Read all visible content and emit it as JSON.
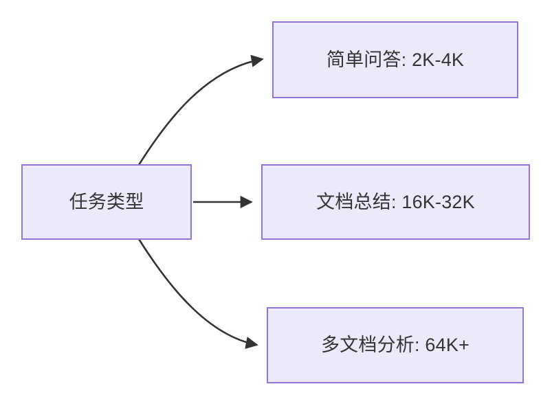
{
  "diagram": {
    "type": "flowchart",
    "direction": "left-to-right",
    "background_color": "#ffffff",
    "node_fill_color": "#ECEAFA",
    "node_border_color": "#9275D9",
    "node_text_color": "#333333",
    "edge_color": "#333333",
    "nodes": [
      {
        "id": "root",
        "label": "任务类型",
        "role": "root"
      },
      {
        "id": "simple-qa",
        "label": "简单问答: 2K-4K",
        "role": "leaf"
      },
      {
        "id": "doc-summary",
        "label": "文档总结: 16K-32K",
        "role": "leaf"
      },
      {
        "id": "multi-doc",
        "label": "多文档分析: 64K+",
        "role": "leaf"
      }
    ],
    "edges": [
      {
        "id": "root-to-simple-qa",
        "from": "root",
        "to": "simple-qa",
        "style": "curved",
        "arrow": "end",
        "label": ""
      },
      {
        "id": "root-to-doc-summary",
        "from": "root",
        "to": "doc-summary",
        "style": "straight",
        "arrow": "end",
        "label": ""
      },
      {
        "id": "root-to-multi-doc",
        "from": "root",
        "to": "multi-doc",
        "style": "curved",
        "arrow": "end",
        "label": ""
      }
    ]
  }
}
